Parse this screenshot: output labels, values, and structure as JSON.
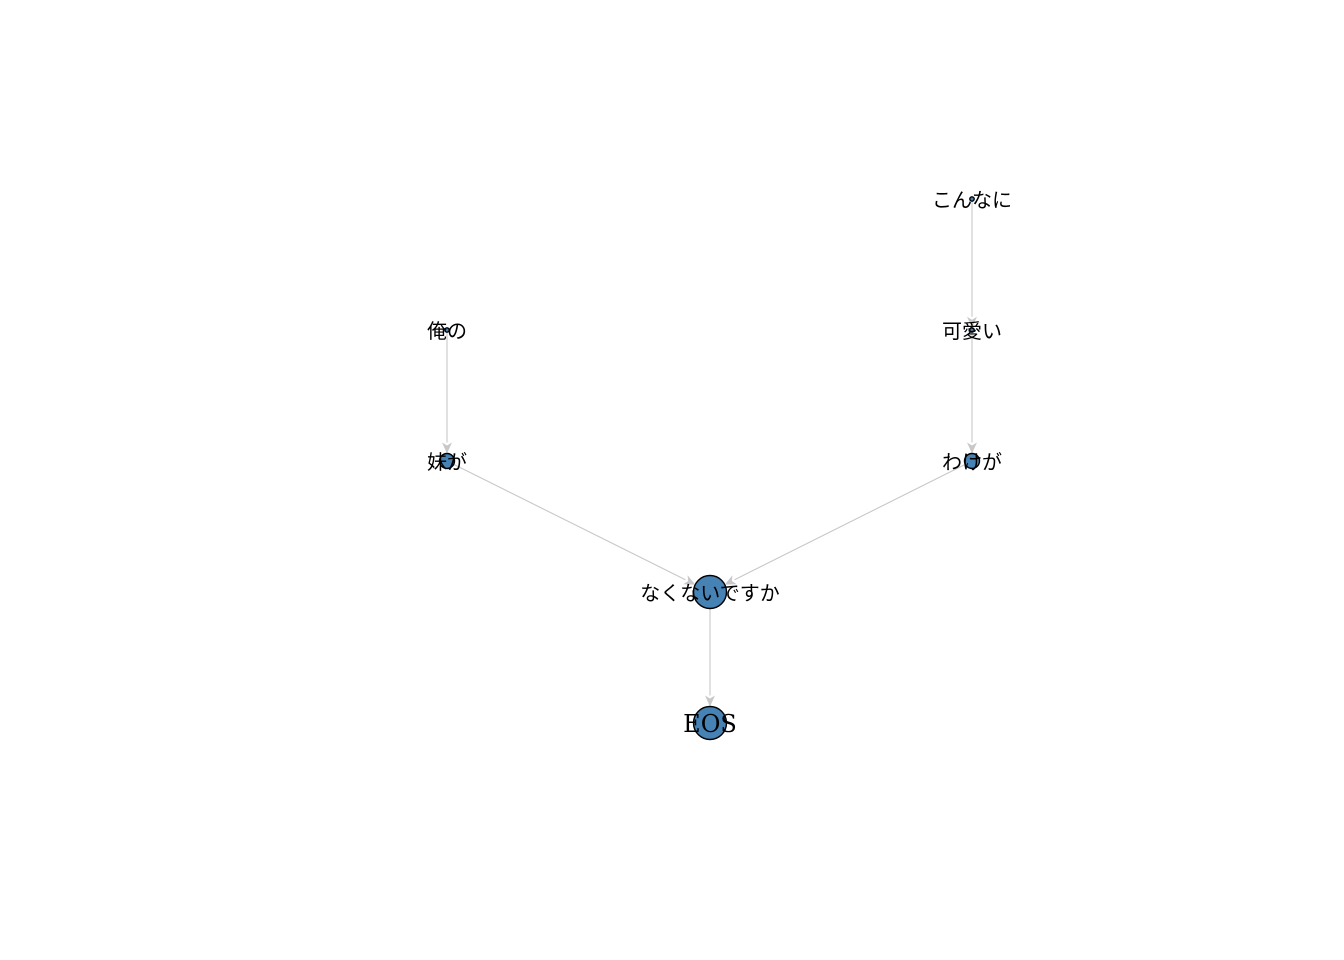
{
  "diagram": {
    "type": "dependency-graph",
    "nodes": [
      {
        "id": "konnani",
        "label": "こんなに",
        "weight": 1,
        "script": "jp"
      },
      {
        "id": "kawaii",
        "label": "可愛い",
        "weight": 1,
        "script": "jp"
      },
      {
        "id": "orenо",
        "label": "俺の",
        "weight": 1,
        "script": "jp"
      },
      {
        "id": "imouto",
        "label": "妹が",
        "weight": 2,
        "script": "jp"
      },
      {
        "id": "wakega",
        "label": "わけが",
        "weight": 2,
        "script": "jp"
      },
      {
        "id": "nakunai",
        "label": "なくないですか",
        "weight": 3,
        "script": "jp"
      },
      {
        "id": "eos",
        "label": "EOS",
        "weight": 3,
        "script": "latin"
      }
    ],
    "edges": [
      {
        "from": "konnani",
        "to": "kawaii"
      },
      {
        "from": "kawaii",
        "to": "wakega"
      },
      {
        "from": "orenо",
        "to": "imouto"
      },
      {
        "from": "imouto",
        "to": "nakunai"
      },
      {
        "from": "wakega",
        "to": "nakunai"
      },
      {
        "from": "nakunai",
        "to": "eos"
      }
    ],
    "colors": {
      "node_fill": "#4682b4",
      "node_stroke": "#000000",
      "edge": "#c8c8c8",
      "label": "#000000"
    }
  }
}
